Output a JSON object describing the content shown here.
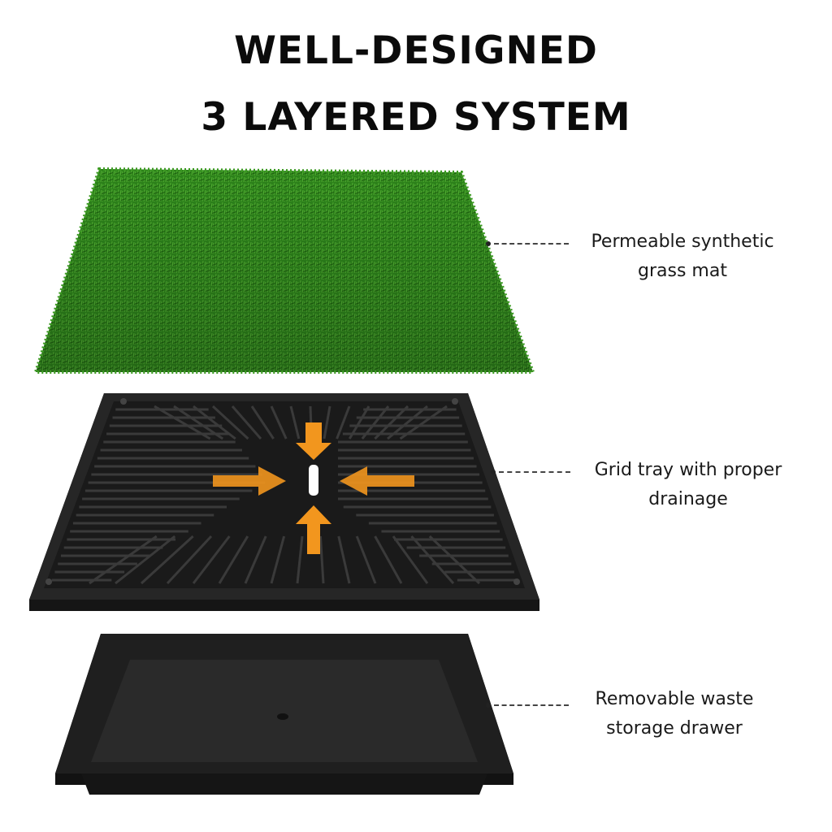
{
  "title": {
    "line1": "WELL-DESIGNED",
    "line2": "3 LAYERED SYSTEM"
  },
  "layers": [
    {
      "name": "grass-mat",
      "label_line1": "Permeable synthetic",
      "label_line2": "grass mat"
    },
    {
      "name": "grid-tray",
      "label_line1": "Grid tray with proper",
      "label_line2": "drainage"
    },
    {
      "name": "waste-drawer",
      "label_line1": "Removable waste",
      "label_line2": "storage drawer"
    }
  ],
  "colors": {
    "grass_dark": "#1f6b12",
    "grass_light": "#4aa82a",
    "tray": "#1b1b1b",
    "arrow": "#f2961e",
    "text": "#0b0b0b"
  },
  "icons": {
    "arrows": "drainage-arrows-icon"
  }
}
